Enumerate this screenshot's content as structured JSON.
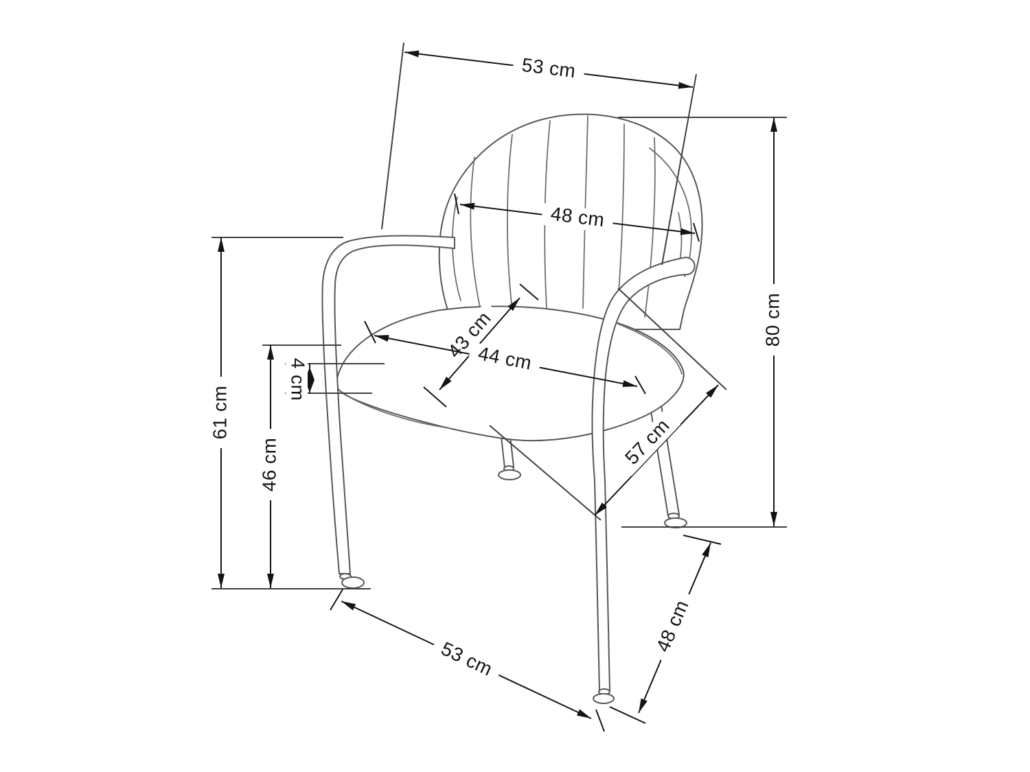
{
  "drawing": {
    "subject": "Shell-back armchair with armrests and four slender metal legs, three-quarter perspective technical line drawing with dimensions",
    "unit": "cm",
    "background": "#ffffff",
    "chair_line_color": "#565656",
    "dimension_color": "#141414",
    "labels": {
      "top_back_width": "53 cm",
      "backrest_width": "48 cm",
      "overall_height": "80 cm",
      "armrest_height": "61 cm",
      "seat_height": "46 cm",
      "seat_edge_thickness": "4 cm",
      "seat_depth": "43 cm",
      "seat_width": "44 cm",
      "diagonal_depth": "57 cm",
      "front_width": "53 cm",
      "side_depth": "48 cm"
    }
  }
}
